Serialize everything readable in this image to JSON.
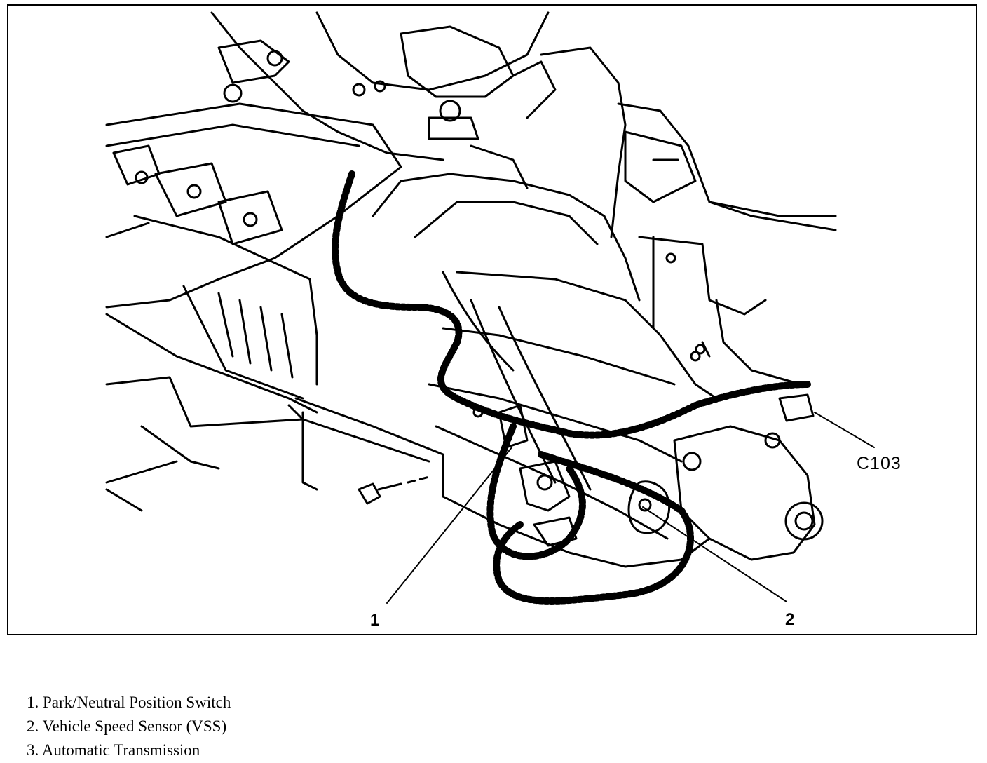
{
  "callouts": {
    "connector": "C103",
    "item1": "1",
    "item2": "2"
  },
  "legend": [
    "1. Park/Neutral Position Switch",
    "2. Vehicle Speed Sensor (VSS)",
    "3. Automatic Transmission"
  ]
}
